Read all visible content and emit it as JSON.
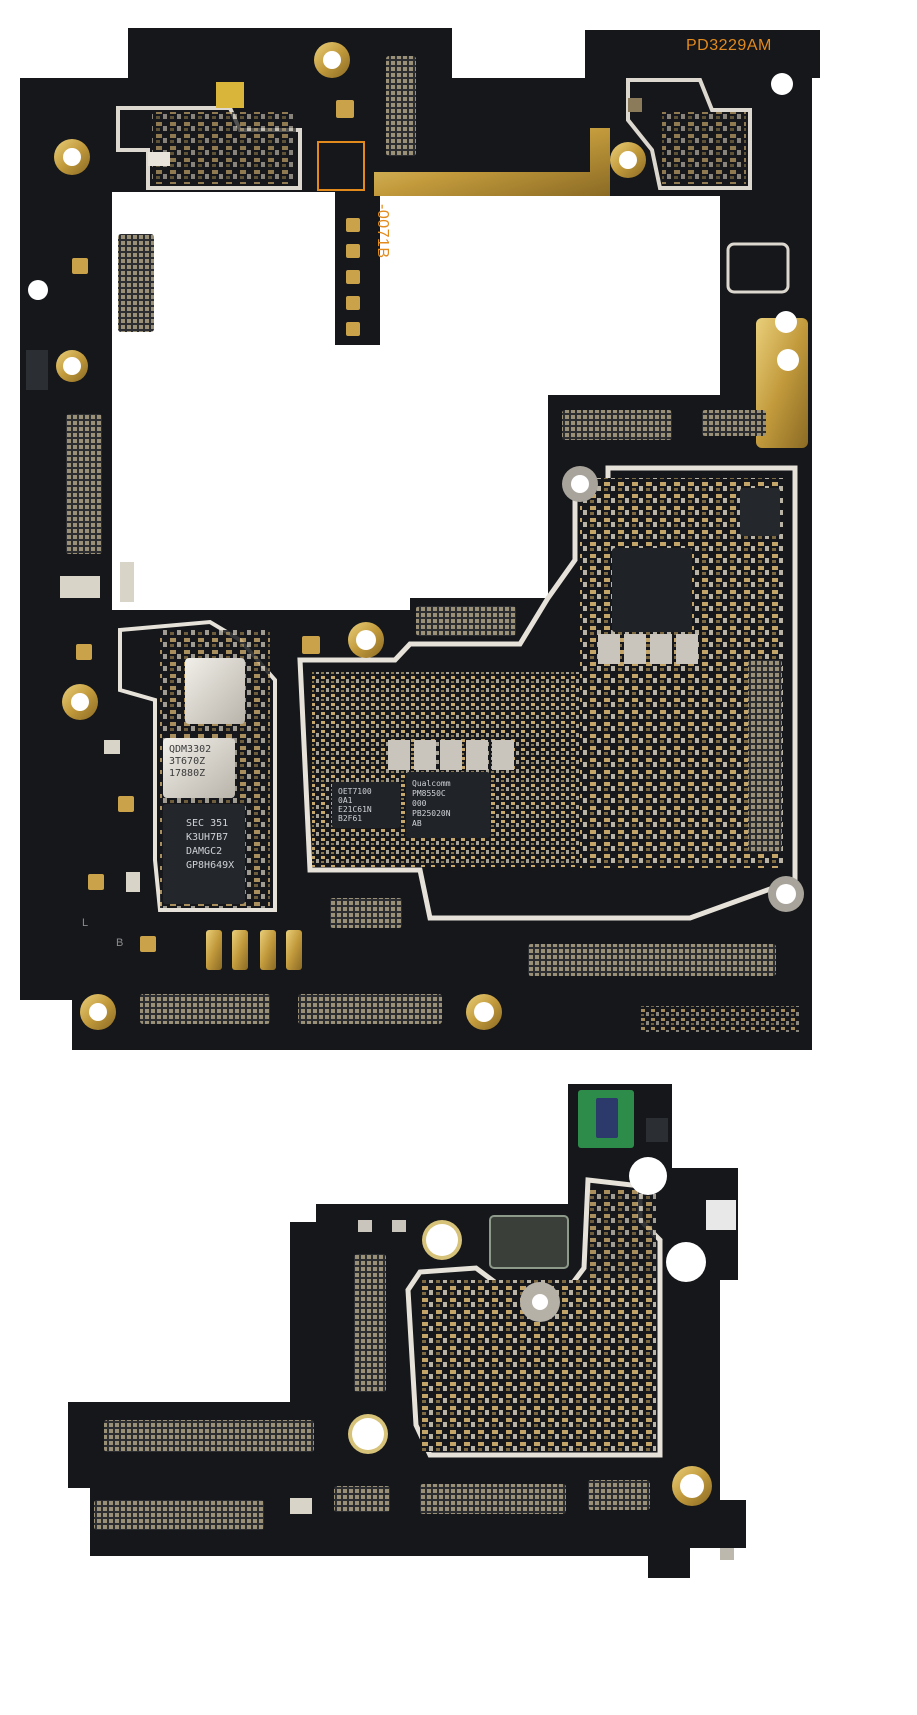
{
  "image": {
    "description_items": [
      "upper-main-board",
      "lower-sub-board"
    ]
  },
  "upper_board": {
    "silkscreen_id": "PD3229AM",
    "vertical_marking": "-0071B",
    "chips": [
      {
        "name": "wireless-chip",
        "lines": [
          "QDM3302",
          "3T670Z",
          "17880Z"
        ]
      },
      {
        "name": "memory-chip",
        "lines": [
          "SEC 351",
          "K3UH7B7",
          "DAMGC2",
          "GP8H649X"
        ]
      },
      {
        "name": "pmic-chip-left",
        "lines": [
          "OET7100",
          "0A1",
          "E21C61N",
          "B2F61"
        ]
      },
      {
        "name": "pmic-chip-right",
        "lines": [
          "Qualcomm",
          "PM8550C",
          "000",
          "PB25020N",
          "AB"
        ]
      }
    ],
    "edge_marks": [
      "L",
      "B"
    ]
  },
  "colors": {
    "board": "#15171a",
    "gold": "#c9a24a",
    "shield": "#e6e2da",
    "silk_orange": "#e38a1c",
    "background": "#ffffff"
  }
}
